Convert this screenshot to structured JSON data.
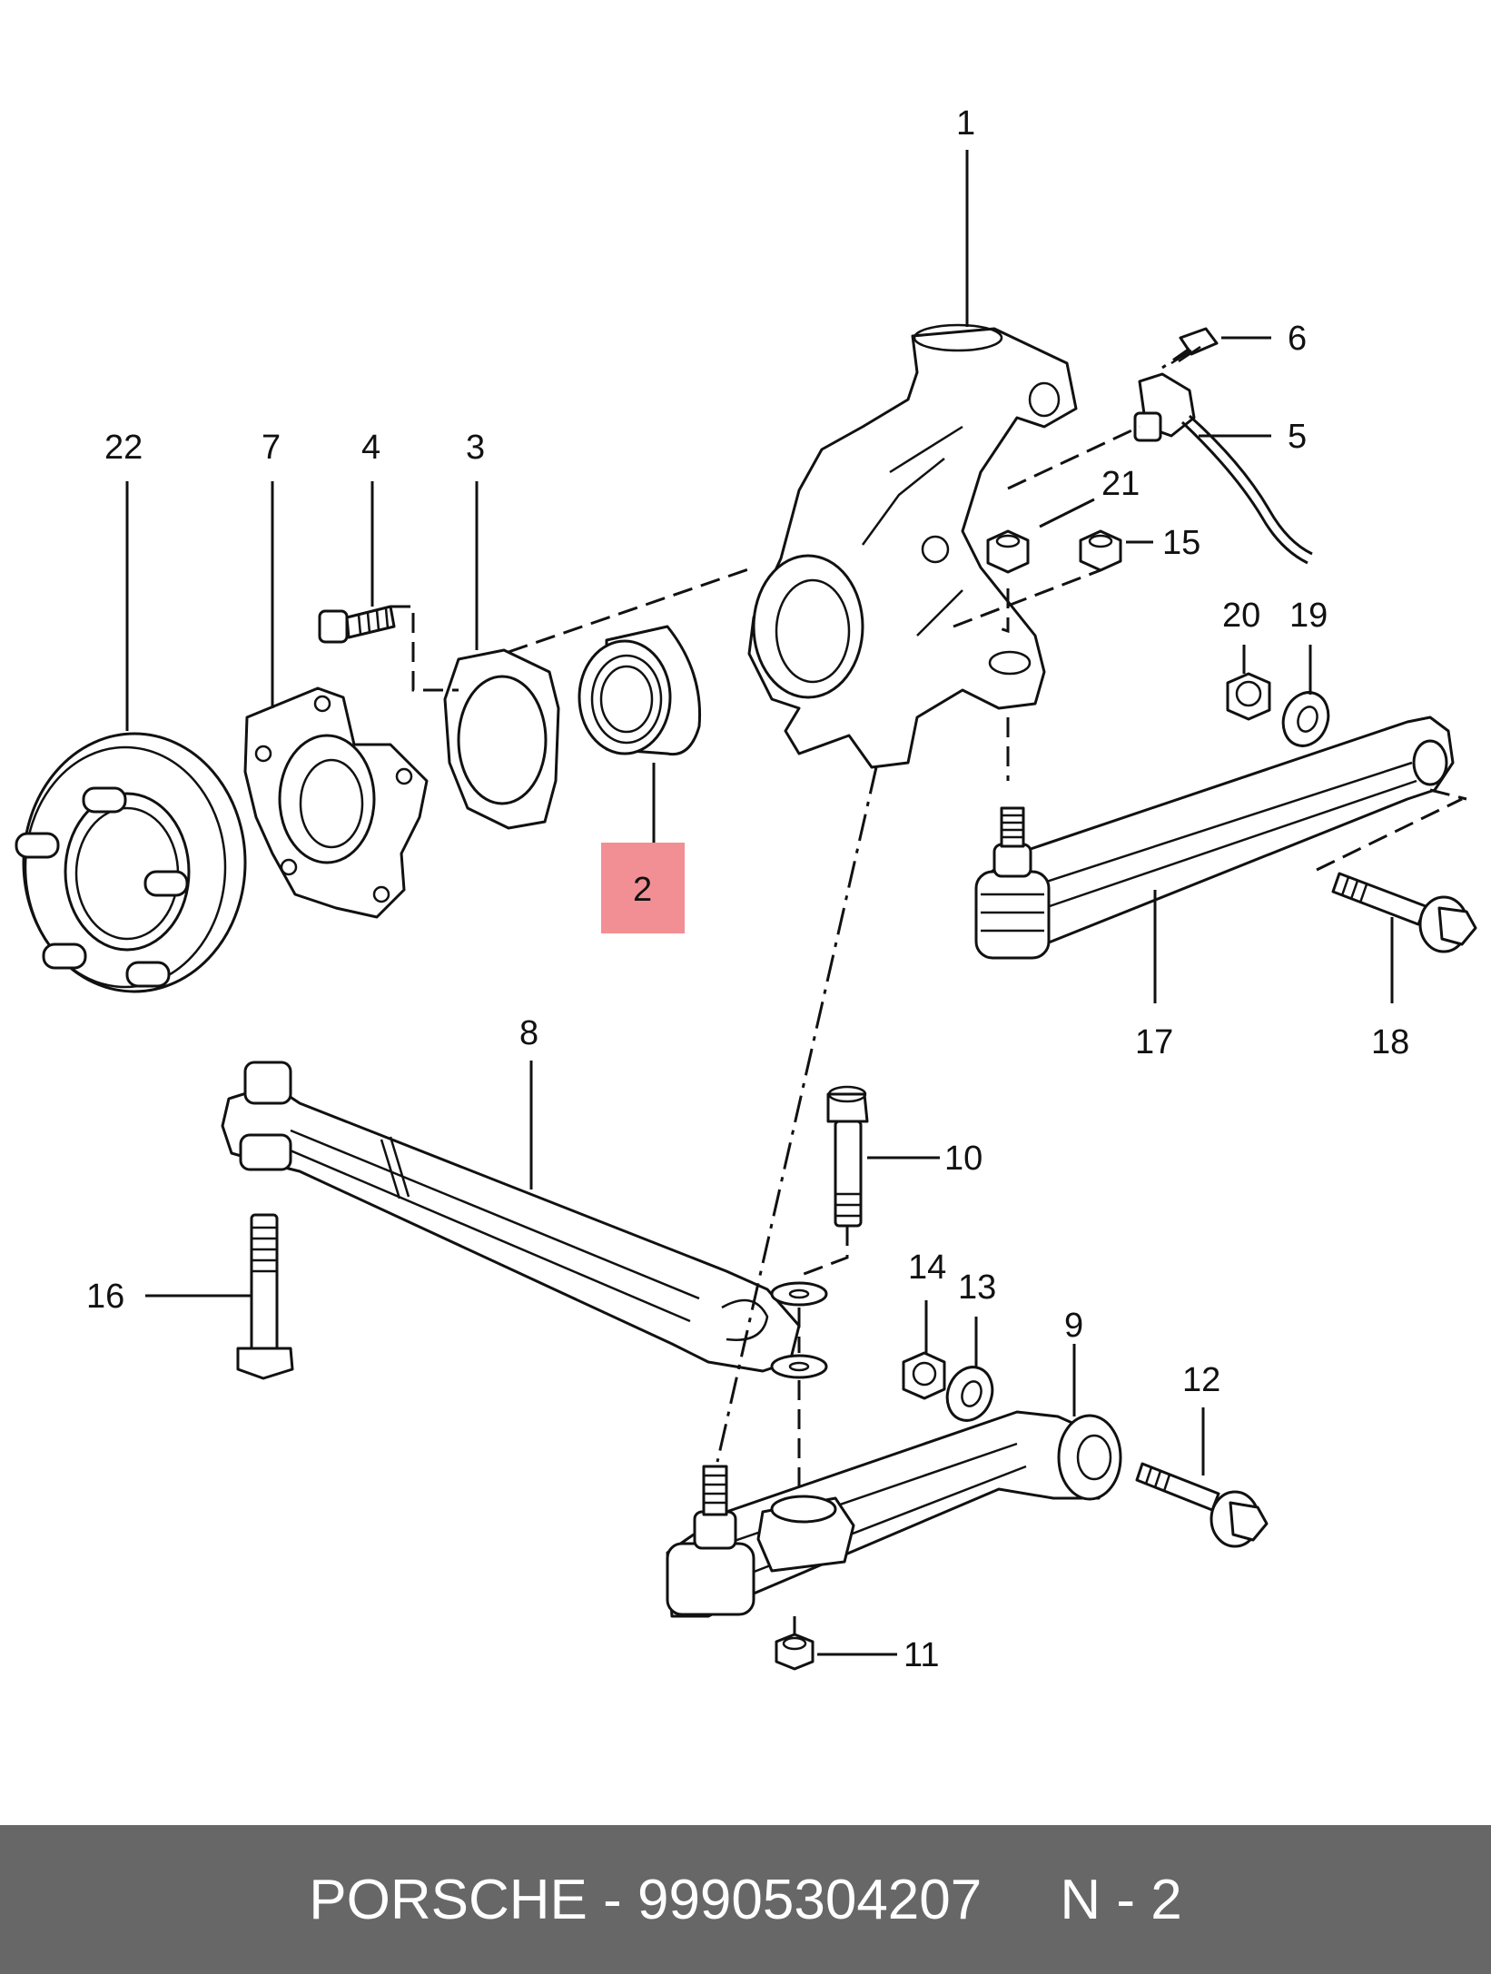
{
  "highlight_color": "#f28f94",
  "footer_background": "#676767",
  "footer_text": "PORSCHE - 99905304207     N - 2",
  "callouts": {
    "c1": "1",
    "c2": "2",
    "c3": "3",
    "c4": "4",
    "c5": "5",
    "c6": "6",
    "c7": "7",
    "c8": "8",
    "c9": "9",
    "c10": "10",
    "c11": "11",
    "c12": "12",
    "c13": "13",
    "c14": "14",
    "c15": "15",
    "c16": "16",
    "c17": "17",
    "c18": "18",
    "c19": "19",
    "c20": "20",
    "c21": "21",
    "c22": "22"
  }
}
